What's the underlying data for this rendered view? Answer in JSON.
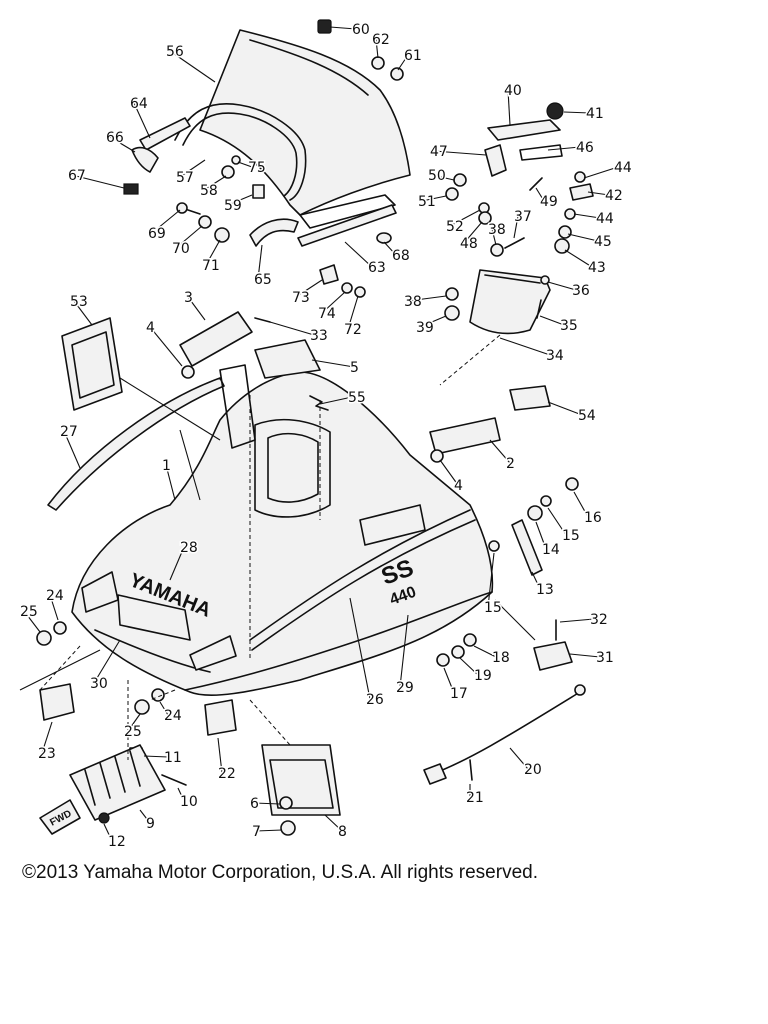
{
  "diagram": {
    "hood_brand": "YAMAHA",
    "hood_model_top": "SS",
    "hood_model_bottom": "440",
    "footrest_badge": "FWD",
    "callouts": [
      {
        "id": "60",
        "label": "60"
      },
      {
        "id": "62",
        "label": "62"
      },
      {
        "id": "61",
        "label": "61"
      },
      {
        "id": "56",
        "label": "56"
      },
      {
        "id": "64",
        "label": "64"
      },
      {
        "id": "66",
        "label": "66"
      },
      {
        "id": "67",
        "label": "67"
      },
      {
        "id": "57",
        "label": "57"
      },
      {
        "id": "58",
        "label": "58"
      },
      {
        "id": "75",
        "label": "75"
      },
      {
        "id": "59",
        "label": "59"
      },
      {
        "id": "69",
        "label": "69"
      },
      {
        "id": "70",
        "label": "70"
      },
      {
        "id": "71",
        "label": "71"
      },
      {
        "id": "65",
        "label": "65"
      },
      {
        "id": "63",
        "label": "63"
      },
      {
        "id": "68",
        "label": "68"
      },
      {
        "id": "73",
        "label": "73"
      },
      {
        "id": "74",
        "label": "74"
      },
      {
        "id": "72",
        "label": "72"
      },
      {
        "id": "40",
        "label": "40"
      },
      {
        "id": "41",
        "label": "41"
      },
      {
        "id": "47",
        "label": "47"
      },
      {
        "id": "46",
        "label": "46"
      },
      {
        "id": "44a",
        "label": "44"
      },
      {
        "id": "50",
        "label": "50"
      },
      {
        "id": "42",
        "label": "42"
      },
      {
        "id": "51",
        "label": "51"
      },
      {
        "id": "49",
        "label": "49"
      },
      {
        "id": "44b",
        "label": "44"
      },
      {
        "id": "52",
        "label": "52"
      },
      {
        "id": "37",
        "label": "37"
      },
      {
        "id": "48",
        "label": "48"
      },
      {
        "id": "38a",
        "label": "38"
      },
      {
        "id": "45",
        "label": "45"
      },
      {
        "id": "43",
        "label": "43"
      },
      {
        "id": "36",
        "label": "36"
      },
      {
        "id": "38b",
        "label": "38"
      },
      {
        "id": "39",
        "label": "39"
      },
      {
        "id": "35",
        "label": "35"
      },
      {
        "id": "34",
        "label": "34"
      },
      {
        "id": "53",
        "label": "53"
      },
      {
        "id": "3",
        "label": "3"
      },
      {
        "id": "4a",
        "label": "4"
      },
      {
        "id": "33",
        "label": "33"
      },
      {
        "id": "5",
        "label": "5"
      },
      {
        "id": "55",
        "label": "55"
      },
      {
        "id": "54",
        "label": "54"
      },
      {
        "id": "27",
        "label": "27"
      },
      {
        "id": "1",
        "label": "1"
      },
      {
        "id": "2",
        "label": "2"
      },
      {
        "id": "4b",
        "label": "4"
      },
      {
        "id": "16",
        "label": "16"
      },
      {
        "id": "15a",
        "label": "15"
      },
      {
        "id": "14",
        "label": "14"
      },
      {
        "id": "28",
        "label": "28"
      },
      {
        "id": "13",
        "label": "13"
      },
      {
        "id": "15b",
        "label": "15"
      },
      {
        "id": "32",
        "label": "32"
      },
      {
        "id": "25a",
        "label": "25"
      },
      {
        "id": "24a",
        "label": "24"
      },
      {
        "id": "31",
        "label": "31"
      },
      {
        "id": "18",
        "label": "18"
      },
      {
        "id": "19",
        "label": "19"
      },
      {
        "id": "17",
        "label": "17"
      },
      {
        "id": "29",
        "label": "29"
      },
      {
        "id": "30",
        "label": "30"
      },
      {
        "id": "26",
        "label": "26"
      },
      {
        "id": "24b",
        "label": "24"
      },
      {
        "id": "25b",
        "label": "25"
      },
      {
        "id": "23",
        "label": "23"
      },
      {
        "id": "11",
        "label": "11"
      },
      {
        "id": "22",
        "label": "22"
      },
      {
        "id": "20",
        "label": "20"
      },
      {
        "id": "21",
        "label": "21"
      },
      {
        "id": "10",
        "label": "10"
      },
      {
        "id": "9",
        "label": "9"
      },
      {
        "id": "6",
        "label": "6"
      },
      {
        "id": "7",
        "label": "7"
      },
      {
        "id": "8",
        "label": "8"
      },
      {
        "id": "12",
        "label": "12"
      }
    ]
  },
  "footer": {
    "copyright": "©2013 Yamaha Motor Corporation, U.S.A. All rights reserved."
  }
}
